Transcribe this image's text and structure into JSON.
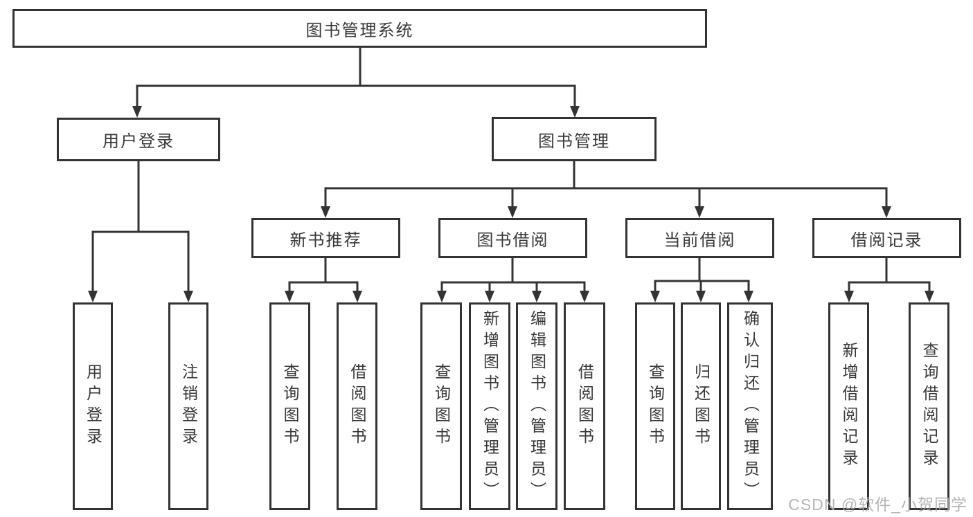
{
  "title": "图书管理系统",
  "watermark": "CSDN @软件_小贺同学",
  "colors": {
    "line": "#333333",
    "text": "#383838",
    "watermark": "#acacac",
    "background": "#ffffff"
  },
  "diagram_type": "hierarchy-tree",
  "tree": {
    "label": "图书管理系统",
    "children": [
      {
        "label": "用户登录",
        "children": [
          {
            "label": "用户登录"
          },
          {
            "label": "注销登录"
          }
        ]
      },
      {
        "label": "图书管理",
        "children": [
          {
            "label": "新书推荐",
            "children": [
              {
                "label": "查询图书"
              },
              {
                "label": "借阅图书"
              }
            ]
          },
          {
            "label": "图书借阅",
            "children": [
              {
                "label": "查询图书"
              },
              {
                "label": "新增图书（管理员）"
              },
              {
                "label": "编辑图书（管理员）"
              },
              {
                "label": "借阅图书"
              }
            ]
          },
          {
            "label": "当前借阅",
            "children": [
              {
                "label": "查询图书"
              },
              {
                "label": "归还图书"
              },
              {
                "label": "确认归还（管理员）"
              }
            ]
          },
          {
            "label": "借阅记录",
            "children": [
              {
                "label": "新增借阅记录"
              },
              {
                "label": "查询借阅记录"
              }
            ]
          }
        ]
      }
    ]
  }
}
